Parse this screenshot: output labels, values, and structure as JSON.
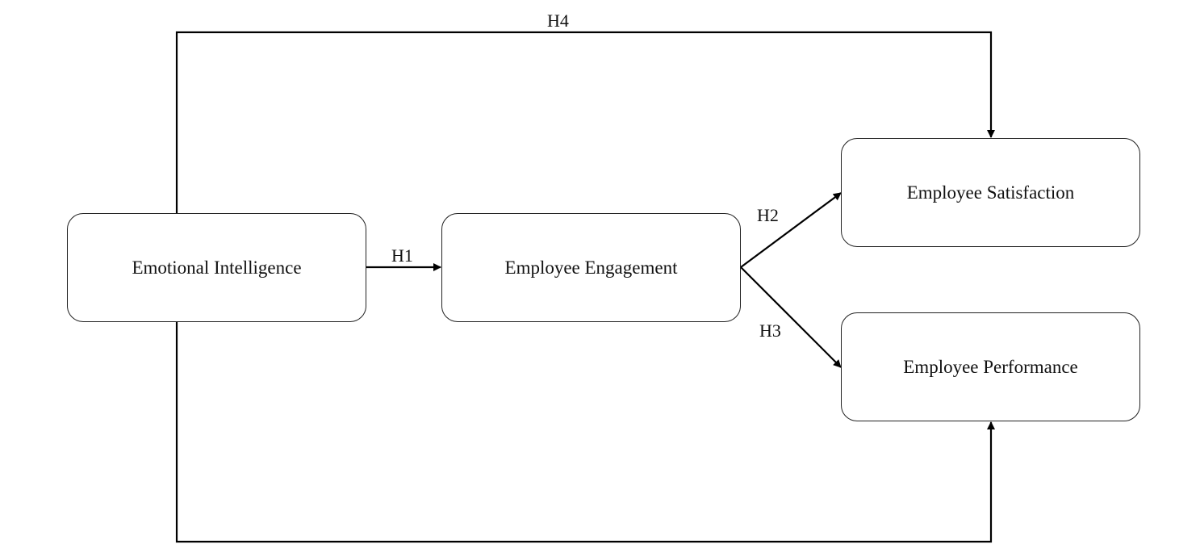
{
  "nodes": {
    "emotional_intelligence": "Emotional Intelligence",
    "employee_engagement": "Employee Engagement",
    "employee_satisfaction": "Employee Satisfaction",
    "employee_performance": "Employee Performance"
  },
  "edges": [
    {
      "id": "H1",
      "label": "H1",
      "from": "Emotional Intelligence",
      "to": "Employee Engagement"
    },
    {
      "id": "H2",
      "label": "H2",
      "from": "Employee Engagement",
      "to": "Employee Satisfaction"
    },
    {
      "id": "H3",
      "label": "H3",
      "from": "Employee Engagement",
      "to": "Employee Performance"
    },
    {
      "id": "H4",
      "label": "H4",
      "from": "Emotional Intelligence",
      "to": "Employee Satisfaction"
    },
    {
      "id": "H4-performance",
      "label": "",
      "from": "Emotional Intelligence",
      "to": "Employee Performance"
    }
  ],
  "colors": {
    "line": "#000000",
    "border": "#222222"
  }
}
